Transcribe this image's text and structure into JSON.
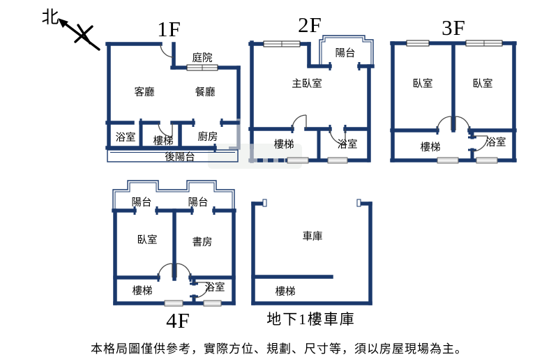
{
  "compass": {
    "north_label": "北"
  },
  "colors": {
    "wall": "#1a386b",
    "faded_wall": "#9aa3b3",
    "text": "#000000"
  },
  "floors": {
    "f1": {
      "title": "1F",
      "rooms": {
        "courtyard": "庭院",
        "living_room": "客廳",
        "dining_room": "餐廳",
        "bathroom": "浴室",
        "stairs": "樓梯",
        "kitchen": "廚房",
        "rear_balcony": "後陽台"
      }
    },
    "f2": {
      "title": "2F",
      "rooms": {
        "balcony": "陽台",
        "master_bedroom": "主臥室",
        "stairs": "樓梯",
        "bathroom": "浴室"
      }
    },
    "f3": {
      "title": "3F",
      "rooms": {
        "bedroom_left": "臥室",
        "bedroom_right": "臥室",
        "stairs": "樓梯",
        "bathroom": "浴室"
      }
    },
    "f4": {
      "title": "4F",
      "rooms": {
        "balcony_left": "陽台",
        "balcony_right": "陽台",
        "bedroom": "臥室",
        "study": "書房",
        "stairs": "樓梯",
        "bathroom": "浴室"
      }
    },
    "b1": {
      "title": "地下1樓車庫",
      "rooms": {
        "garage": "車庫",
        "stairs": "樓梯"
      }
    }
  },
  "disclaimer": "本格局圖僅供參考，實際方位、規劃、尺寸等，須以房屋現場為主。"
}
